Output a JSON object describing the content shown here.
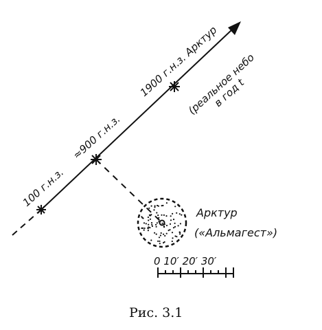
{
  "caption": "Рис. 3.1",
  "labels": {
    "year_100": "100 г.н.з.",
    "year_900": "≈900 г.н.з.",
    "year_1900": "1900 г.н.з. Арктур",
    "real_sky_line1": "(реальное небо",
    "real_sky_line2": "в год t",
    "arcturus": "Арктур",
    "almagest": "(«Альмагест»)",
    "scale": "0  10′ 20′ 30′"
  }
}
